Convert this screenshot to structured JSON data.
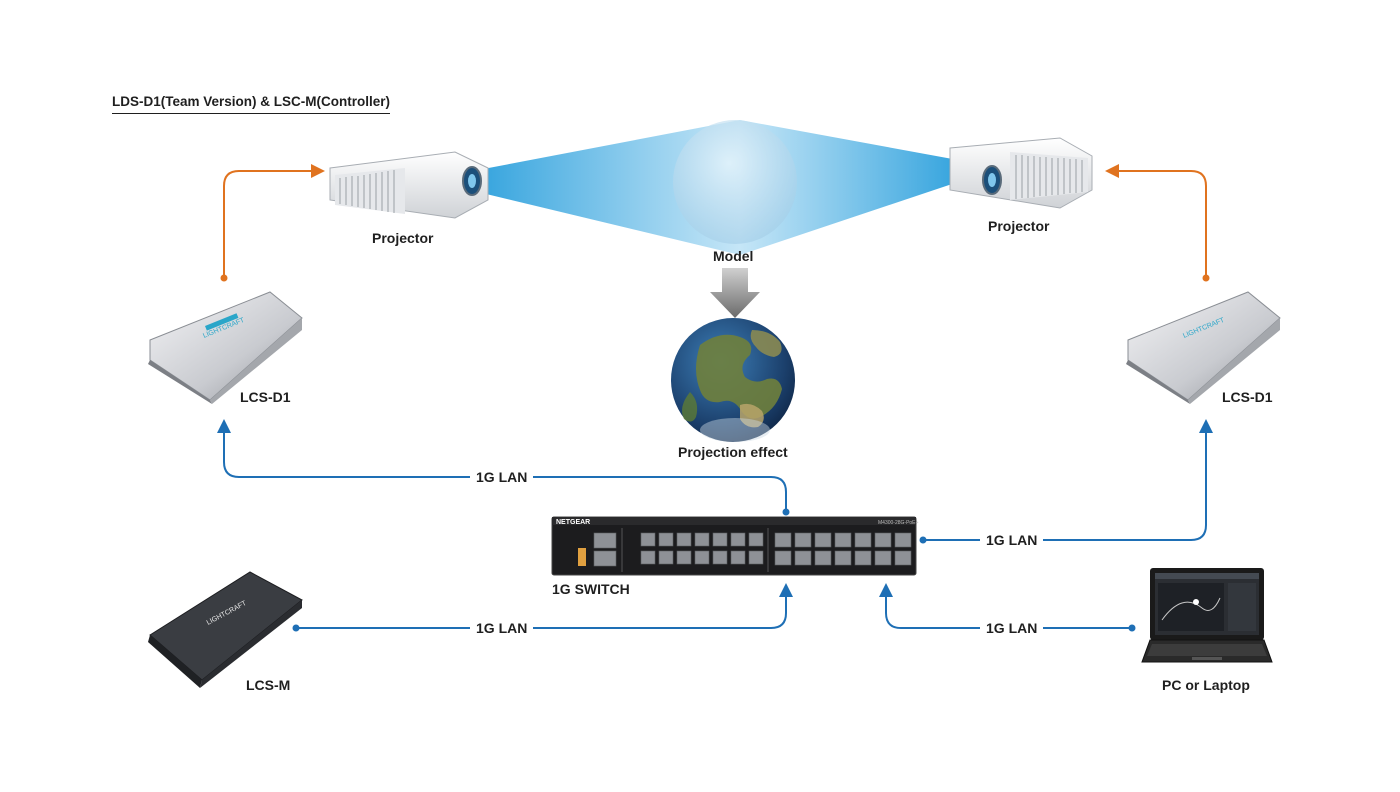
{
  "title": "LDS-D1(Team Version) & LSC-M(Controller)",
  "labels": {
    "projector_left": "Projector",
    "projector_right": "Projector",
    "model": "Model",
    "projection_effect": "Projection effect",
    "lcs_d1_left": "LCS-D1",
    "lcs_d1_right": "LCS-D1",
    "switch": "1G SWITCH",
    "lcs_m": "LCS-M",
    "pc": "PC or Laptop"
  },
  "device_text": {
    "switch_brand": "NETGEAR",
    "switch_model": "M4300-28G-PoE+",
    "device_brand": "LIGHTCRAFT"
  },
  "links": {
    "lan_top": "1G LAN",
    "lan_right": "1G LAN",
    "lan_bottom_left": "1G LAN",
    "lan_bottom_right": "1G LAN"
  },
  "colors": {
    "lan_line": "#1e6fb5",
    "video_line": "#e0731f",
    "beam": "#4fb5e6",
    "text": "#1f1f1f"
  }
}
